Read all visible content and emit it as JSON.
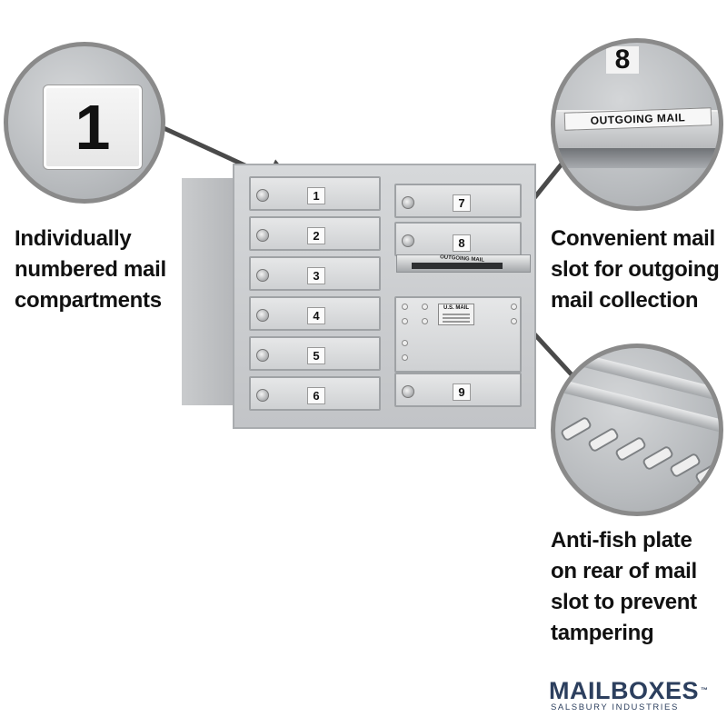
{
  "callouts": {
    "compartment_number": "1",
    "outgoing_compartment_number": "8",
    "outgoing_plate": "OUTGOING MAIL"
  },
  "captions": {
    "left": [
      "Individually",
      "numbered mail",
      "compartments"
    ],
    "right_top": [
      "Convenient mail",
      "slot for outgoing",
      "mail collection"
    ],
    "right_bottom": [
      "Anti-fish plate",
      "on rear of mail",
      "slot to prevent",
      "tampering"
    ]
  },
  "mailbox": {
    "left_doors": [
      "1",
      "2",
      "3",
      "4",
      "5",
      "6"
    ],
    "right_doors": [
      "7",
      "8",
      "9"
    ],
    "slot_label": "OUTGOING MAIL",
    "usps_plate": "U.S. MAIL"
  },
  "logo": {
    "name": "MAILBOXES",
    "trademark": "™",
    "subtitle": "SALSBURY INDUSTRIES",
    "color": "#2c3f5e"
  }
}
